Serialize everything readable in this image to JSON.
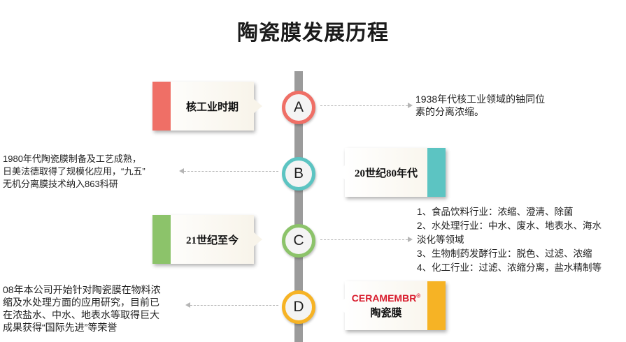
{
  "title": "陶瓷膜发展历程",
  "colors": {
    "red": "#ef6f66",
    "teal": "#5cc4c2",
    "green": "#8cc36a",
    "orange": "#f6b325",
    "axis": "#9b9b9b"
  },
  "stages": [
    {
      "letter": "A",
      "label": "核工业时期",
      "description": [
        "1938年代核工业领域的铀同位",
        "素的分离浓缩。"
      ]
    },
    {
      "letter": "B",
      "label": "20世纪80年代",
      "description": [
        "1980年代陶瓷膜制备及工艺成熟，",
        "日美法德取得了规模化应用，“九五”",
        "无机分离膜技术纳入863科研"
      ]
    },
    {
      "letter": "C",
      "label": "21世纪至今",
      "description": [
        "1、食品饮料行业：浓缩、澄清、除菌",
        "2、水处理行业：中水、废水、地表水、海水",
        "淡化等领域",
        "3、生物制药发酵行业：脱色、过滤、浓缩",
        "4、化工行业：过滤、浓缩分离，盐水精制等"
      ]
    },
    {
      "letter": "D",
      "logo": "CERAMEMBR",
      "logo_mark": "®",
      "label": "陶瓷膜",
      "description": [
        "08年本公司开始针对陶瓷膜在物料浓",
        "缩及水处理方面的应用研究，目前已",
        "在浓盐水、中水、地表水等取得巨大",
        "成果获得“国际先进”等荣誉"
      ]
    }
  ]
}
